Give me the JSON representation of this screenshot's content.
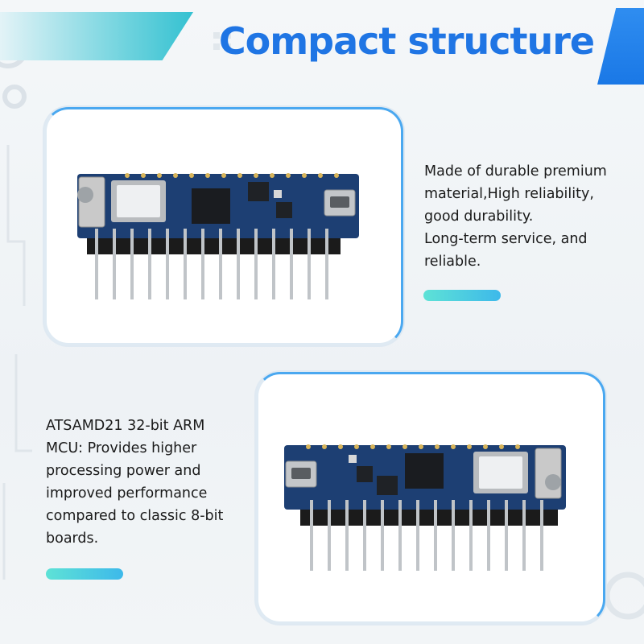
{
  "header": {
    "title": "Compact structure"
  },
  "features": [
    {
      "text": "Made of durable premium\nmaterial,High reliability,\ngood durability.\nLong-term service, and\nreliable."
    },
    {
      "text": "ATSAMD21 32-bit ARM\nMCU: Provides higher\nprocessing power and\nimproved performance\ncompared to classic 8-bit\nboards."
    }
  ],
  "images": [
    {
      "icon": "microcontroller-board-icon",
      "orientation": "usb-right"
    },
    {
      "icon": "microcontroller-board-icon",
      "orientation": "usb-left"
    }
  ],
  "colors": {
    "title": "#1f75e4",
    "accent_cyan": "#34c1d1",
    "accent_blue": "#2f8df0",
    "board_pcb": "#1d3f73",
    "card_border": "#4aa8f0"
  }
}
